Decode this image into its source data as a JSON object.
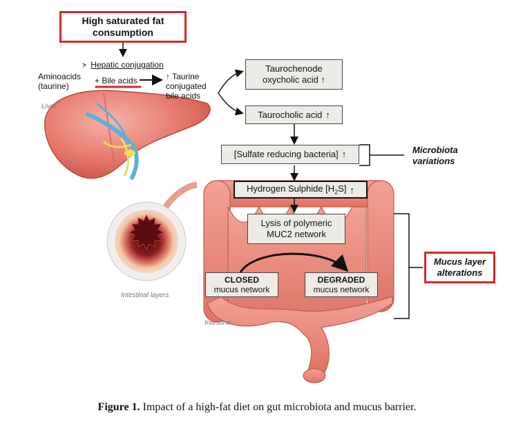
{
  "top_box": {
    "line1": "High saturated fat",
    "line2": "consumption"
  },
  "liver_section": {
    "hepatic_conjugation": "Hepatic conjugation",
    "aminoacids_line1": "Aminoacids",
    "aminoacids_line2": "(taurine)",
    "bile_acids": "+ Bile acids",
    "taurine_line1": "Taurine",
    "taurine_line2": "conjugated",
    "taurine_line3": "bile acids",
    "liver_label": "Liver",
    "up_arrow": "↑"
  },
  "flow_boxes": {
    "taurochenode_line1": "Taurochenode",
    "taurochenode_line2": "oxycholic acid",
    "taurocholic": "Taurocholic acid",
    "sulfate": "[Sulfate reducing bacteria]",
    "hydrogen": "Hydrogen Sulphide [H",
    "hydrogen_sub": "2",
    "hydrogen_end": "S]",
    "lysis_line1": "Lysis of polymeric",
    "lysis_line2": "MUC2 network",
    "closed_title": "CLOSED",
    "closed_sub": "mucus network",
    "degraded_title": "DEGRADED",
    "degraded_sub": "mucus network",
    "up_arrow": "↑"
  },
  "side_labels": {
    "microbiota_line1": "Microbiota",
    "microbiota_line2": "variations",
    "mucus_line1": "Mucus layer",
    "mucus_line2": "alterations",
    "intestinal_layers": "Intestinal layers",
    "intestine": "Intestine"
  },
  "caption": {
    "label": "Figure 1.",
    "text": "Impact of a high-fat diet on gut microbiota and mucus barrier."
  },
  "colors": {
    "red_accent": "#d9262b",
    "box_fill": "#ecebe6",
    "intestine": "#e9877a",
    "liver": "#e87e73"
  }
}
